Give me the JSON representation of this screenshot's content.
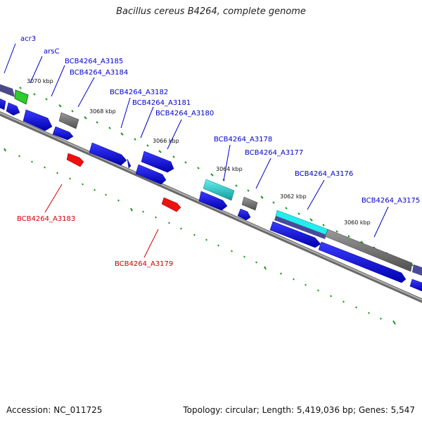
{
  "title": "Bacillus cereus B4264, complete genome",
  "accession": "Accession: NC_011725",
  "topology": "Topology: circular; Length: 5,419,036 bp; Genes: 5,547",
  "colors": {
    "backbone": "#808080",
    "cds_blue": "#0a0aee",
    "cds_grey": "#6e6e6e",
    "cds_green": "#2ecc2e",
    "cds_red": "#ee1111",
    "cds_cyan": "#22cccc",
    "tick_green": "#1a9a1a",
    "label_blue": "#0000cc",
    "label_red": "#cc0000"
  },
  "kbp_labels": [
    "3070 kbp",
    "3068 kbp",
    "3066 kbp",
    "3064 kbp",
    "3062 kbp",
    "3060 kbp"
  ],
  "gene_labels": {
    "acr3": "acr3",
    "arsC": "arsC",
    "a3185": "BCB4264_A3185",
    "a3184": "BCB4264_A3184",
    "a3182": "BCB4264_A3182",
    "a3181": "BCB4264_A3181",
    "a3180": "BCB4264_A3180",
    "a3178": "BCB4264_A3178",
    "a3177": "BCB4264_A3177",
    "a3176": "BCB4264_A3176",
    "a3175": "BCB4264_A3175",
    "a3183": "BCB4264_A3183",
    "a3179": "BCB4264_A3179"
  }
}
